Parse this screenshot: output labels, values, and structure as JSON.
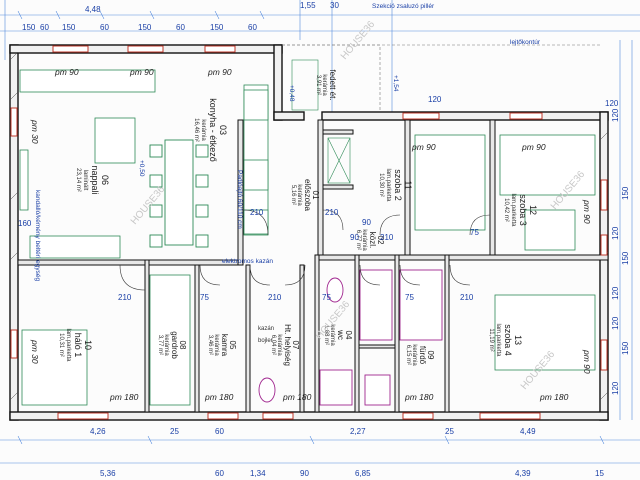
{
  "rooms": [
    {
      "id": "r01",
      "num": "01",
      "name": "előszoba",
      "mat": "kerámia",
      "area": "5,16 m²"
    },
    {
      "id": "r02",
      "num": "02",
      "name": "közl.",
      "mat": "kerámia",
      "area": "6,77 m²"
    },
    {
      "id": "r03",
      "num": "03",
      "name": "konyha - étkező",
      "mat": "kerámia",
      "area": "16,46 m²"
    },
    {
      "id": "r04",
      "num": "04",
      "name": "wc",
      "mat": "kerámia",
      "area": "1,68 m²"
    },
    {
      "id": "r05",
      "num": "05",
      "name": "kamra",
      "mat": "kerámia",
      "area": "3,46 m²"
    },
    {
      "id": "r06",
      "num": "06",
      "name": "nappali",
      "mat": "laminált",
      "area": "23,14 m²"
    },
    {
      "id": "r07",
      "num": "07",
      "name": "Ht. helyiség",
      "mat": "kerámia",
      "area": "6,04 m²"
    },
    {
      "id": "r08",
      "num": "08",
      "name": "gardrob",
      "mat": "kerámia",
      "area": "3,77 m²"
    },
    {
      "id": "r09",
      "num": "09",
      "name": "fürdő",
      "mat": "kerámia",
      "area": "6,15 m²"
    },
    {
      "id": "r10",
      "num": "10",
      "name": "háló 1",
      "mat": "lam.parketta",
      "area": "10,31 m²"
    },
    {
      "id": "r11",
      "num": "11",
      "name": "szoba 2",
      "mat": "lam.parketta",
      "area": "10,30 m²"
    },
    {
      "id": "r12",
      "num": "12",
      "name": "szoba 3",
      "mat": "lam.parketta",
      "area": "10,42 m²"
    },
    {
      "id": "r13",
      "num": "13",
      "name": "szoba 4",
      "mat": "lam.parketta",
      "area": "11,19 m²"
    }
  ],
  "top_dims": [
    "4,48",
    "1,55",
    "30",
    "150",
    "60",
    "150",
    "60",
    "150",
    "60",
    "150",
    "60"
  ],
  "bottom_dims_1": [
    "4,26",
    "25",
    "60",
    "2,27",
    "25",
    "4,49"
  ],
  "bottom_dims_2": [
    "5,36",
    "60",
    "1,34",
    "90",
    "6,85",
    "4,39",
    "15"
  ],
  "right_dims": [
    "120",
    "150",
    "120",
    "150",
    "120",
    "120",
    "150",
    "120"
  ],
  "window_labels": {
    "pm90": "pm 90",
    "pm30": "pm 30",
    "pm180": "pm 180"
  },
  "labels": {
    "fedett": "fedett ét.",
    "fedett_mat": "kerámia",
    "fedett_area": "3,91 m²",
    "lejto": "lejtőkontúr",
    "pillar": "Szekció zsaluzó pillér",
    "kandallo": "kandalló/kémény beltéri egység",
    "elektromos": "elektromos kazán",
    "padlo": "Padlóajtó 60/110 cm",
    "bojler": "bojler",
    "kazan": "kazán",
    "elev1": "+0,48",
    "elev2": "+0,50",
    "elev3": "+1,54",
    "dim120a": "120",
    "dim120b": "120",
    "dim160": "160"
  },
  "door_widths": [
    "210",
    "75",
    "210",
    "75",
    "90",
    "75",
    "210",
    "75",
    "210",
    "210",
    "210",
    "90"
  ],
  "watermark": "HOUSE36"
}
